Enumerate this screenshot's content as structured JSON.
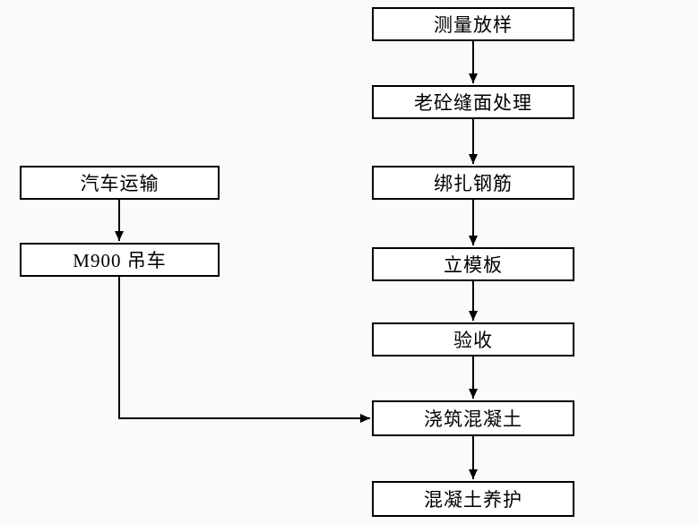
{
  "colors": {
    "background": "#fafafa",
    "box_fill": "#ffffff",
    "box_border": "#000000",
    "text": "#000000",
    "arrow": "#000000"
  },
  "flowchart": {
    "main_flow": [
      {
        "label": "测量放样"
      },
      {
        "label": "老砼缝面处理"
      },
      {
        "label": "绑扎钢筋"
      },
      {
        "label": "立模板"
      },
      {
        "label": "验收"
      },
      {
        "label": "浇筑混凝土"
      },
      {
        "label": "混凝土养护"
      }
    ],
    "side_flow": [
      {
        "label": "汽车运输"
      },
      {
        "label": "M900 吊车"
      }
    ]
  }
}
